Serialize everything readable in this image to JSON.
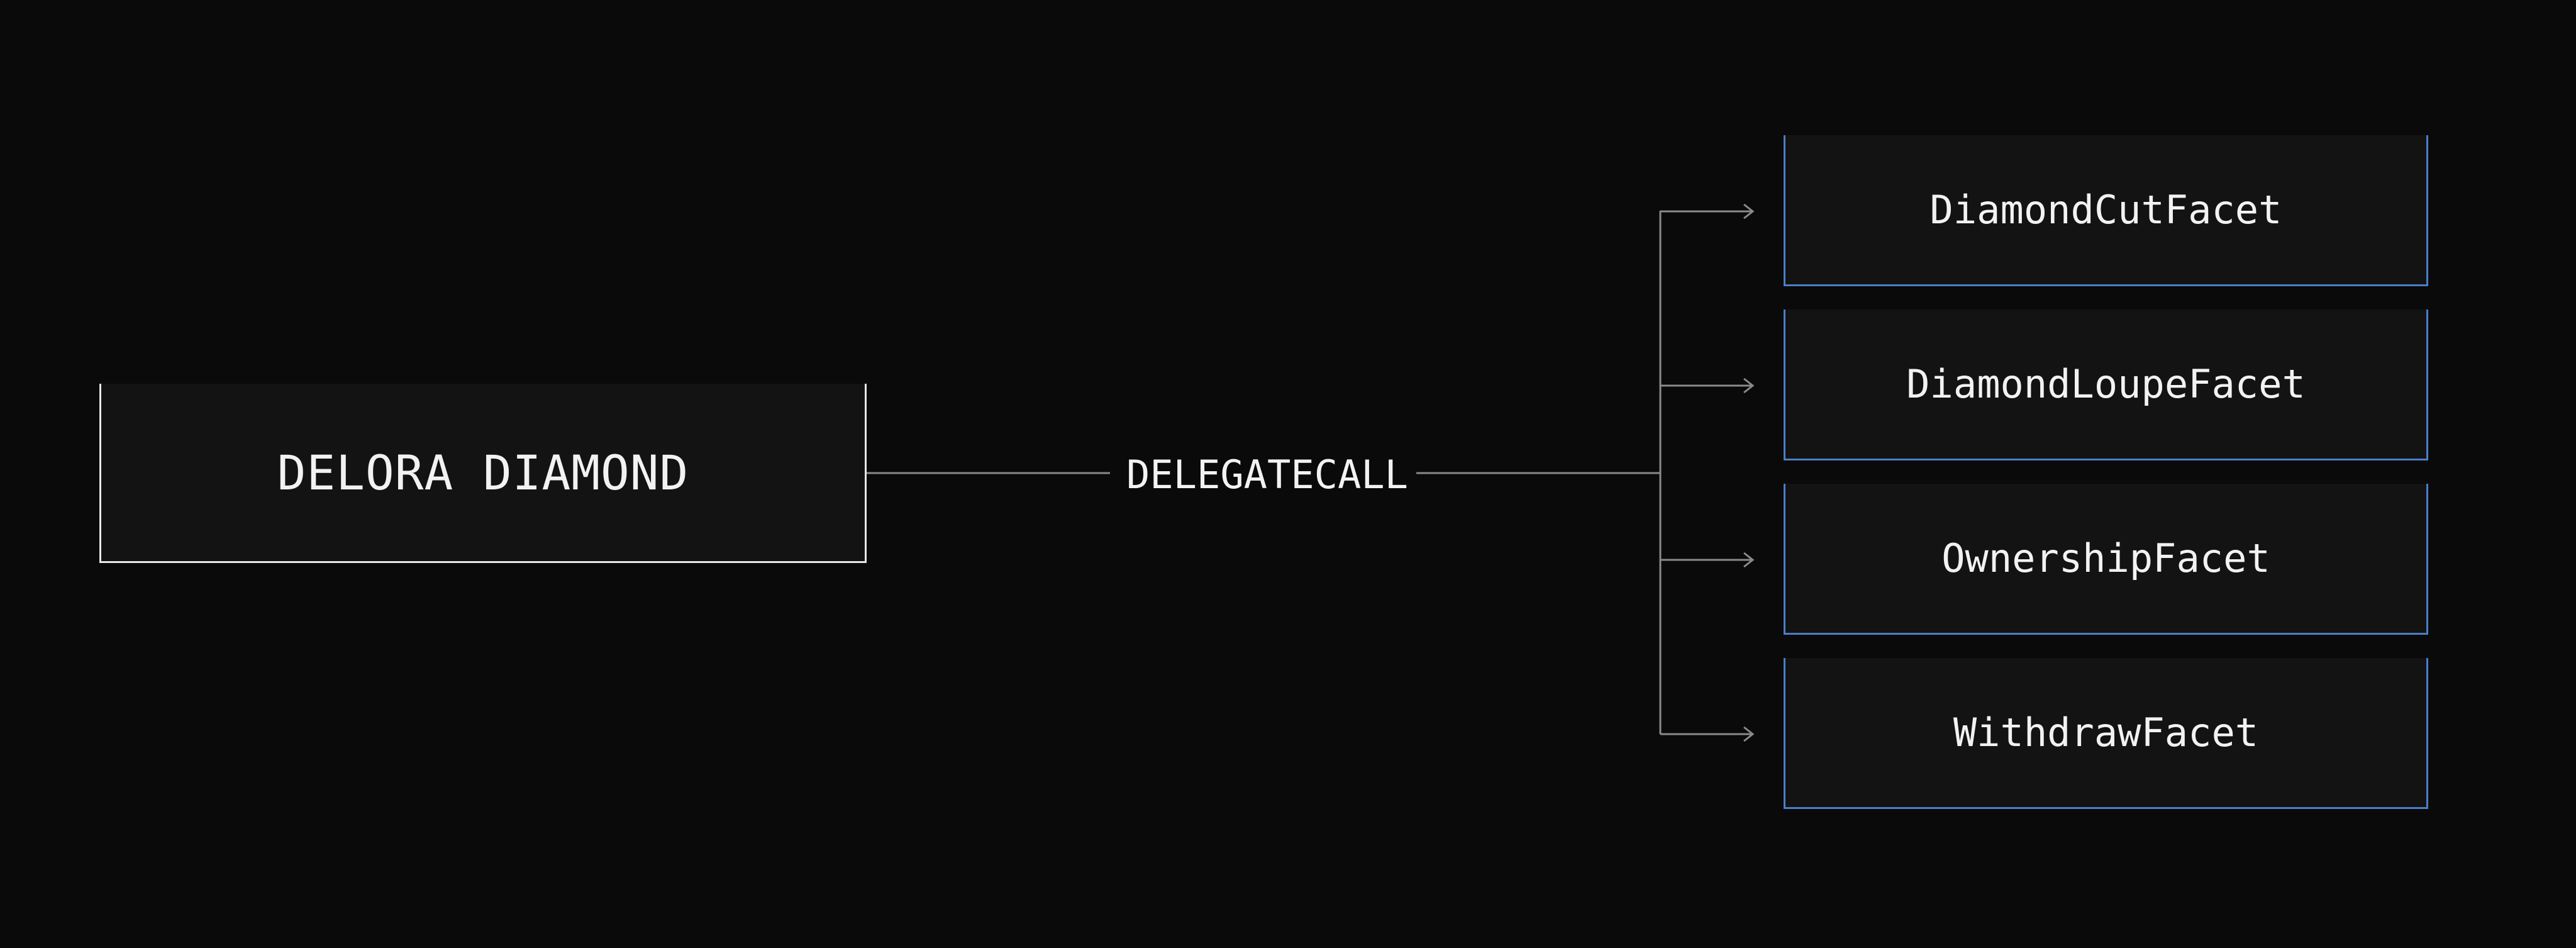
{
  "diagram": {
    "source_node": {
      "label": "DELORA DIAMOND"
    },
    "edge": {
      "label": "DELEGATECALL"
    },
    "facets": [
      {
        "label": "DiamondCutFacet"
      },
      {
        "label": "DiamondLoupeFacet"
      },
      {
        "label": "OwnershipFacet"
      },
      {
        "label": "WithdrawFacet"
      }
    ],
    "colors": {
      "background": "#0a0a0a",
      "node_fill": "#131313",
      "source_border": "#e8e8e8",
      "facet_border": "#4a7fc9",
      "connector": "#8a8a8a",
      "text": "#f2f2f2"
    }
  }
}
